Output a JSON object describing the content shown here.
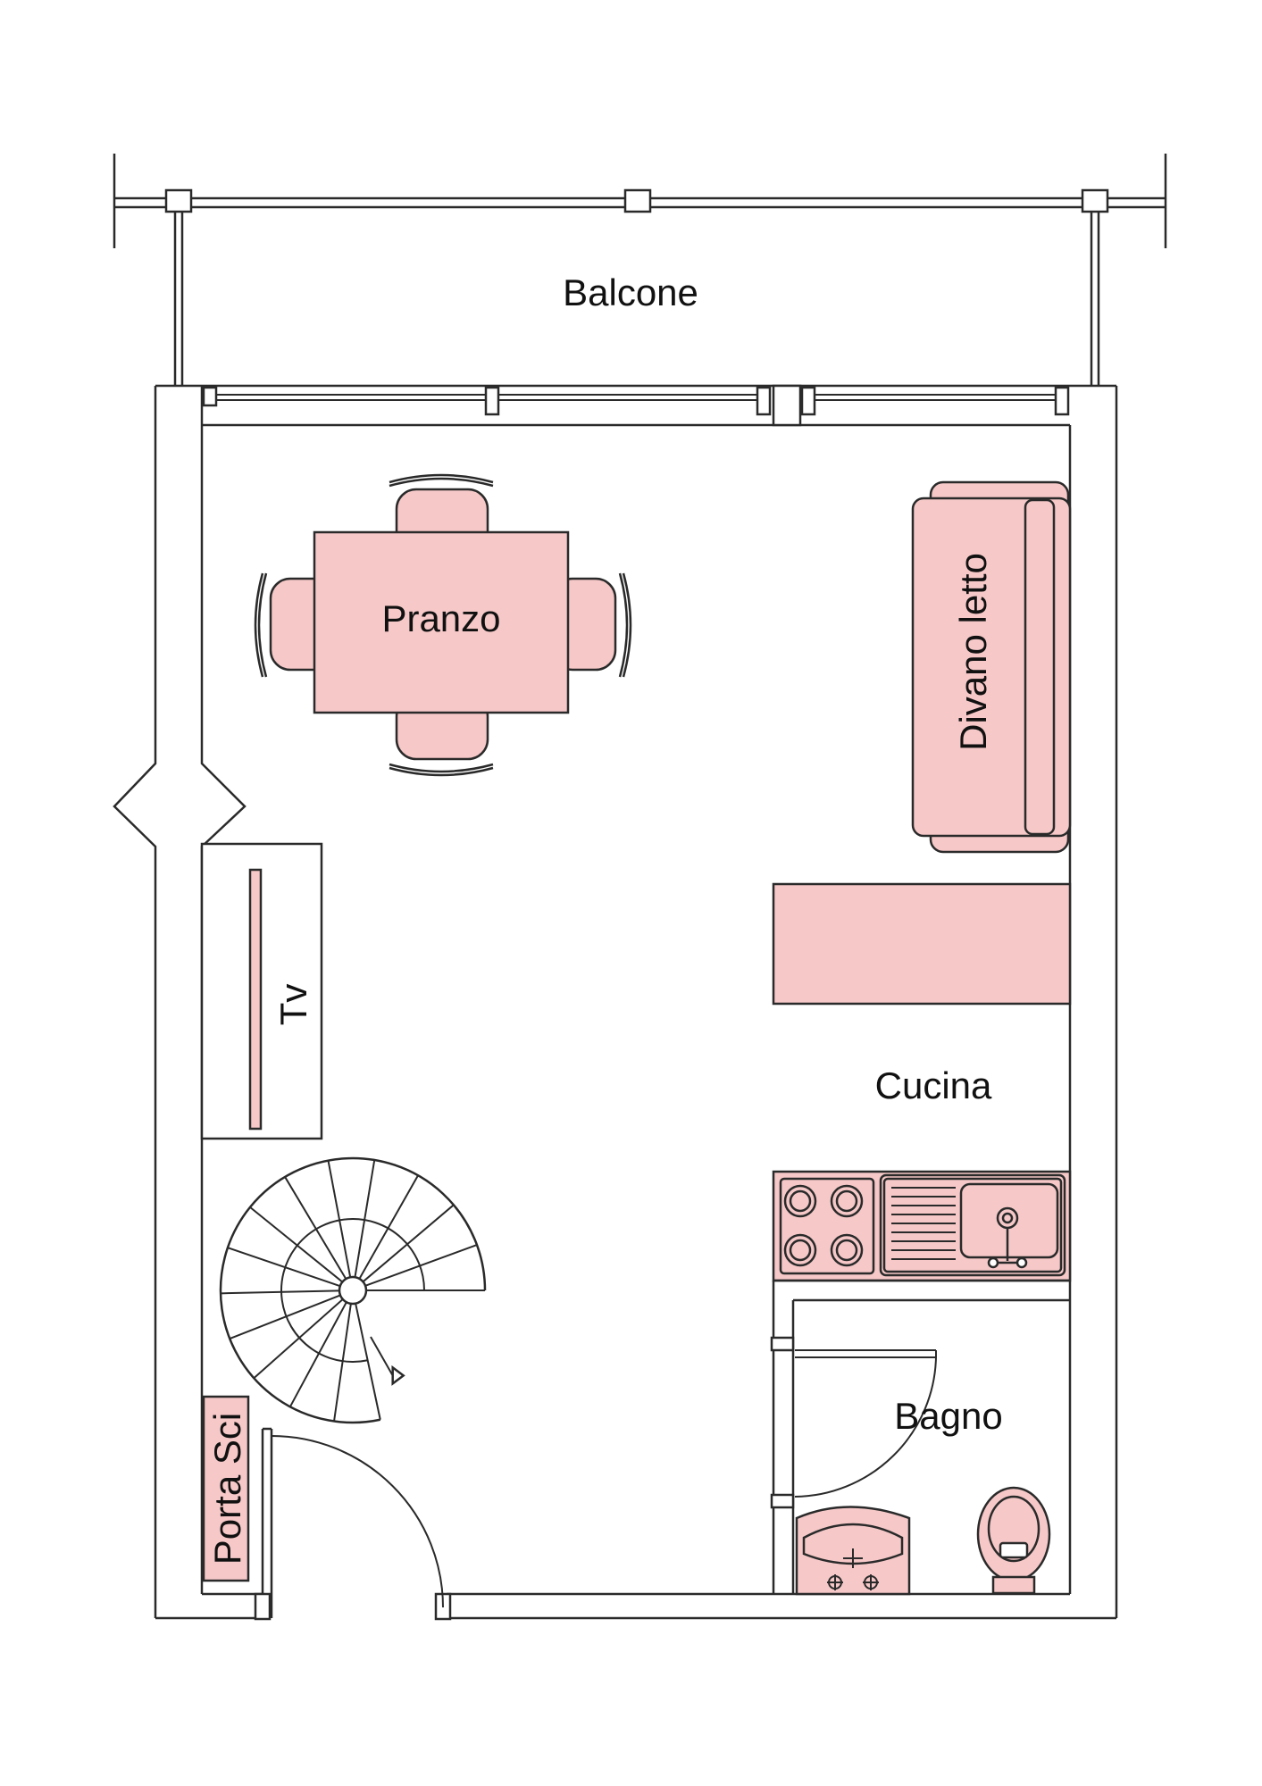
{
  "labels": {
    "balcony": "Balcone",
    "dining": "Pranzo",
    "sofa_bed": "Divano letto",
    "tv": "Tv",
    "kitchen": "Cucina",
    "bathroom": "Bagno",
    "ski_rack": "Porta Sci"
  },
  "colors": {
    "furniture_fill": "#f6c8c8",
    "line": "#2a2a2a",
    "background": "#ffffff"
  }
}
